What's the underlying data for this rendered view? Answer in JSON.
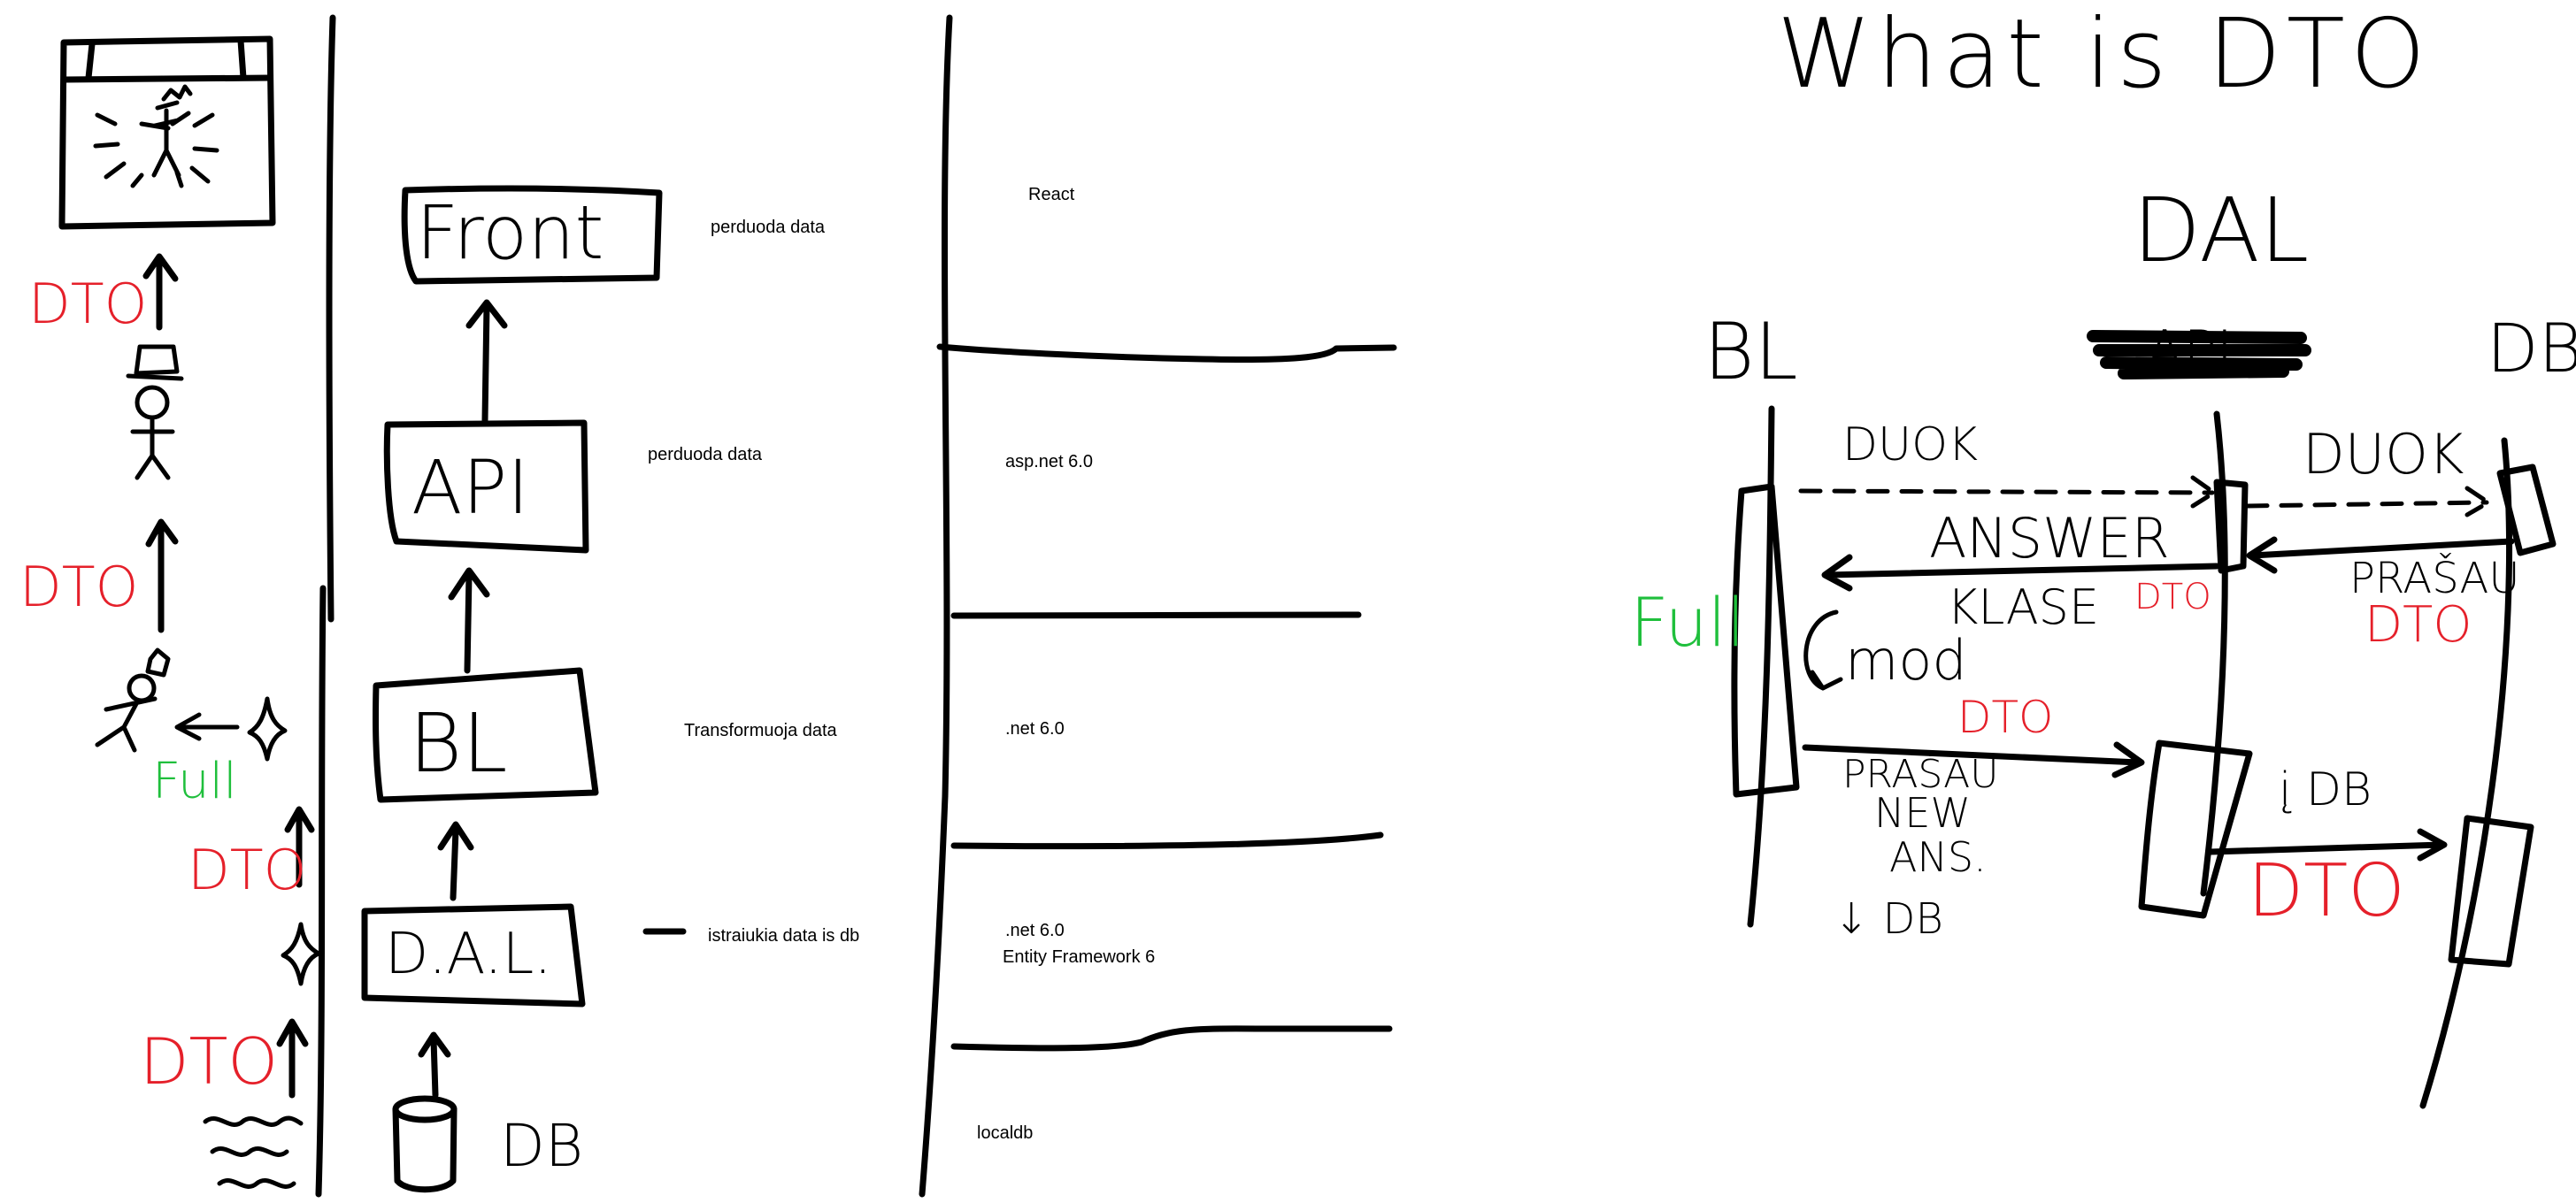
{
  "colors": {
    "ink": "#000000",
    "red": "#e5202a",
    "green": "#1fbf3c"
  },
  "icons": [
    "monitor-icon",
    "stick-figure-icon",
    "database-cylinder-icon",
    "wave-icon",
    "sparkle-icon"
  ],
  "left_panel": {
    "dto_labels": [
      "DTO",
      "DTO",
      "DTO",
      "DTO"
    ],
    "full_label": "Full"
  },
  "stack": {
    "boxes": [
      "Front",
      "API",
      "BL",
      "D.A.L."
    ],
    "db_label": "DB",
    "descriptions": [
      "perduoda data",
      "perduoda data",
      "Transformuoja data",
      "istraiukia data is db"
    ]
  },
  "tech": {
    "layers": [
      {
        "line1": "React"
      },
      {
        "line1": "asp.net 6.0"
      },
      {
        "line1": ".net 6.0"
      },
      {
        "line1": ".net 6.0",
        "line2": "Entity Framework 6"
      },
      {
        "line1": "localdb"
      }
    ]
  },
  "sequence": {
    "title": "What is DTO",
    "dal_label": "DAL",
    "crossed_label": "API",
    "lanes": [
      "BL",
      "DB"
    ],
    "green_full": "Full",
    "duok_left": "DUOK",
    "duok_right": "DUOK",
    "answer": "ANSWER",
    "klase": "KLASE",
    "dto_klase": "DTO",
    "prasau_right": "PRAŠAU",
    "dto_prasau": "DTO",
    "mod": "mod",
    "dto_mid": "DTO",
    "prasau_new": "PRAŠAU",
    "new": "NEW",
    "ans": "ANS.",
    "to_db": "↓ DB",
    "i_db": "į DB",
    "dto_bottom": "DTO"
  }
}
